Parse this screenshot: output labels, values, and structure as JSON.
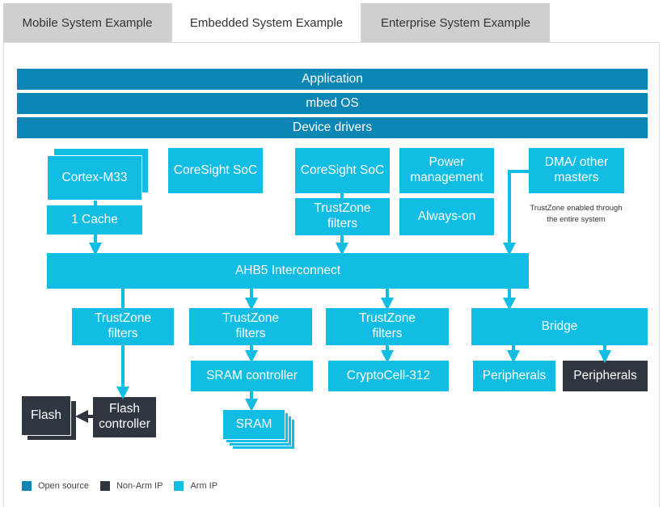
{
  "tabs": [
    {
      "label": "Mobile System Example",
      "active": false
    },
    {
      "label": "Embedded System Example",
      "active": true
    },
    {
      "label": "Enterprise System Example",
      "active": false
    }
  ],
  "diagram": {
    "layers": {
      "application": "Application",
      "os": "mbed OS",
      "drivers": "Device drivers"
    },
    "blocks": {
      "cortex_m33": "Cortex-M33",
      "cache": "1 Cache",
      "coresight_soc_1": "CoreSight SoC",
      "coresight_soc_2": "CoreSight SoC",
      "trustzone_filters_top": "TrustZone filters",
      "power_management": "Power management",
      "always_on": "Always-on",
      "dma": "DMA/ other masters",
      "trustzone_note": "TrustZone enabled through the entire system",
      "ahb5": "AHB5 Interconnect",
      "trustzone_filters_1": "TrustZone filters",
      "trustzone_filters_2": "TrustZone filters",
      "trustzone_filters_3": "TrustZone filters",
      "bridge": "Bridge",
      "sram_controller": "SRAM controller",
      "cryptocell": "CryptoCell-312",
      "peripherals_arm": "Peripherals",
      "peripherals_non_arm": "Peripherals",
      "sram": "SRAM",
      "flash_controller": "Flash controller",
      "flash": "Flash"
    },
    "legend": [
      {
        "label": "Open source",
        "color": "#0b86b5"
      },
      {
        "label": "Non-Arm IP",
        "color": "#2f3640"
      },
      {
        "label": "Arm IP",
        "color": "#12bde3"
      }
    ],
    "colors": {
      "open_source": "#0b86b5",
      "non_arm_ip": "#2f3640",
      "arm_ip": "#12bde3"
    }
  }
}
